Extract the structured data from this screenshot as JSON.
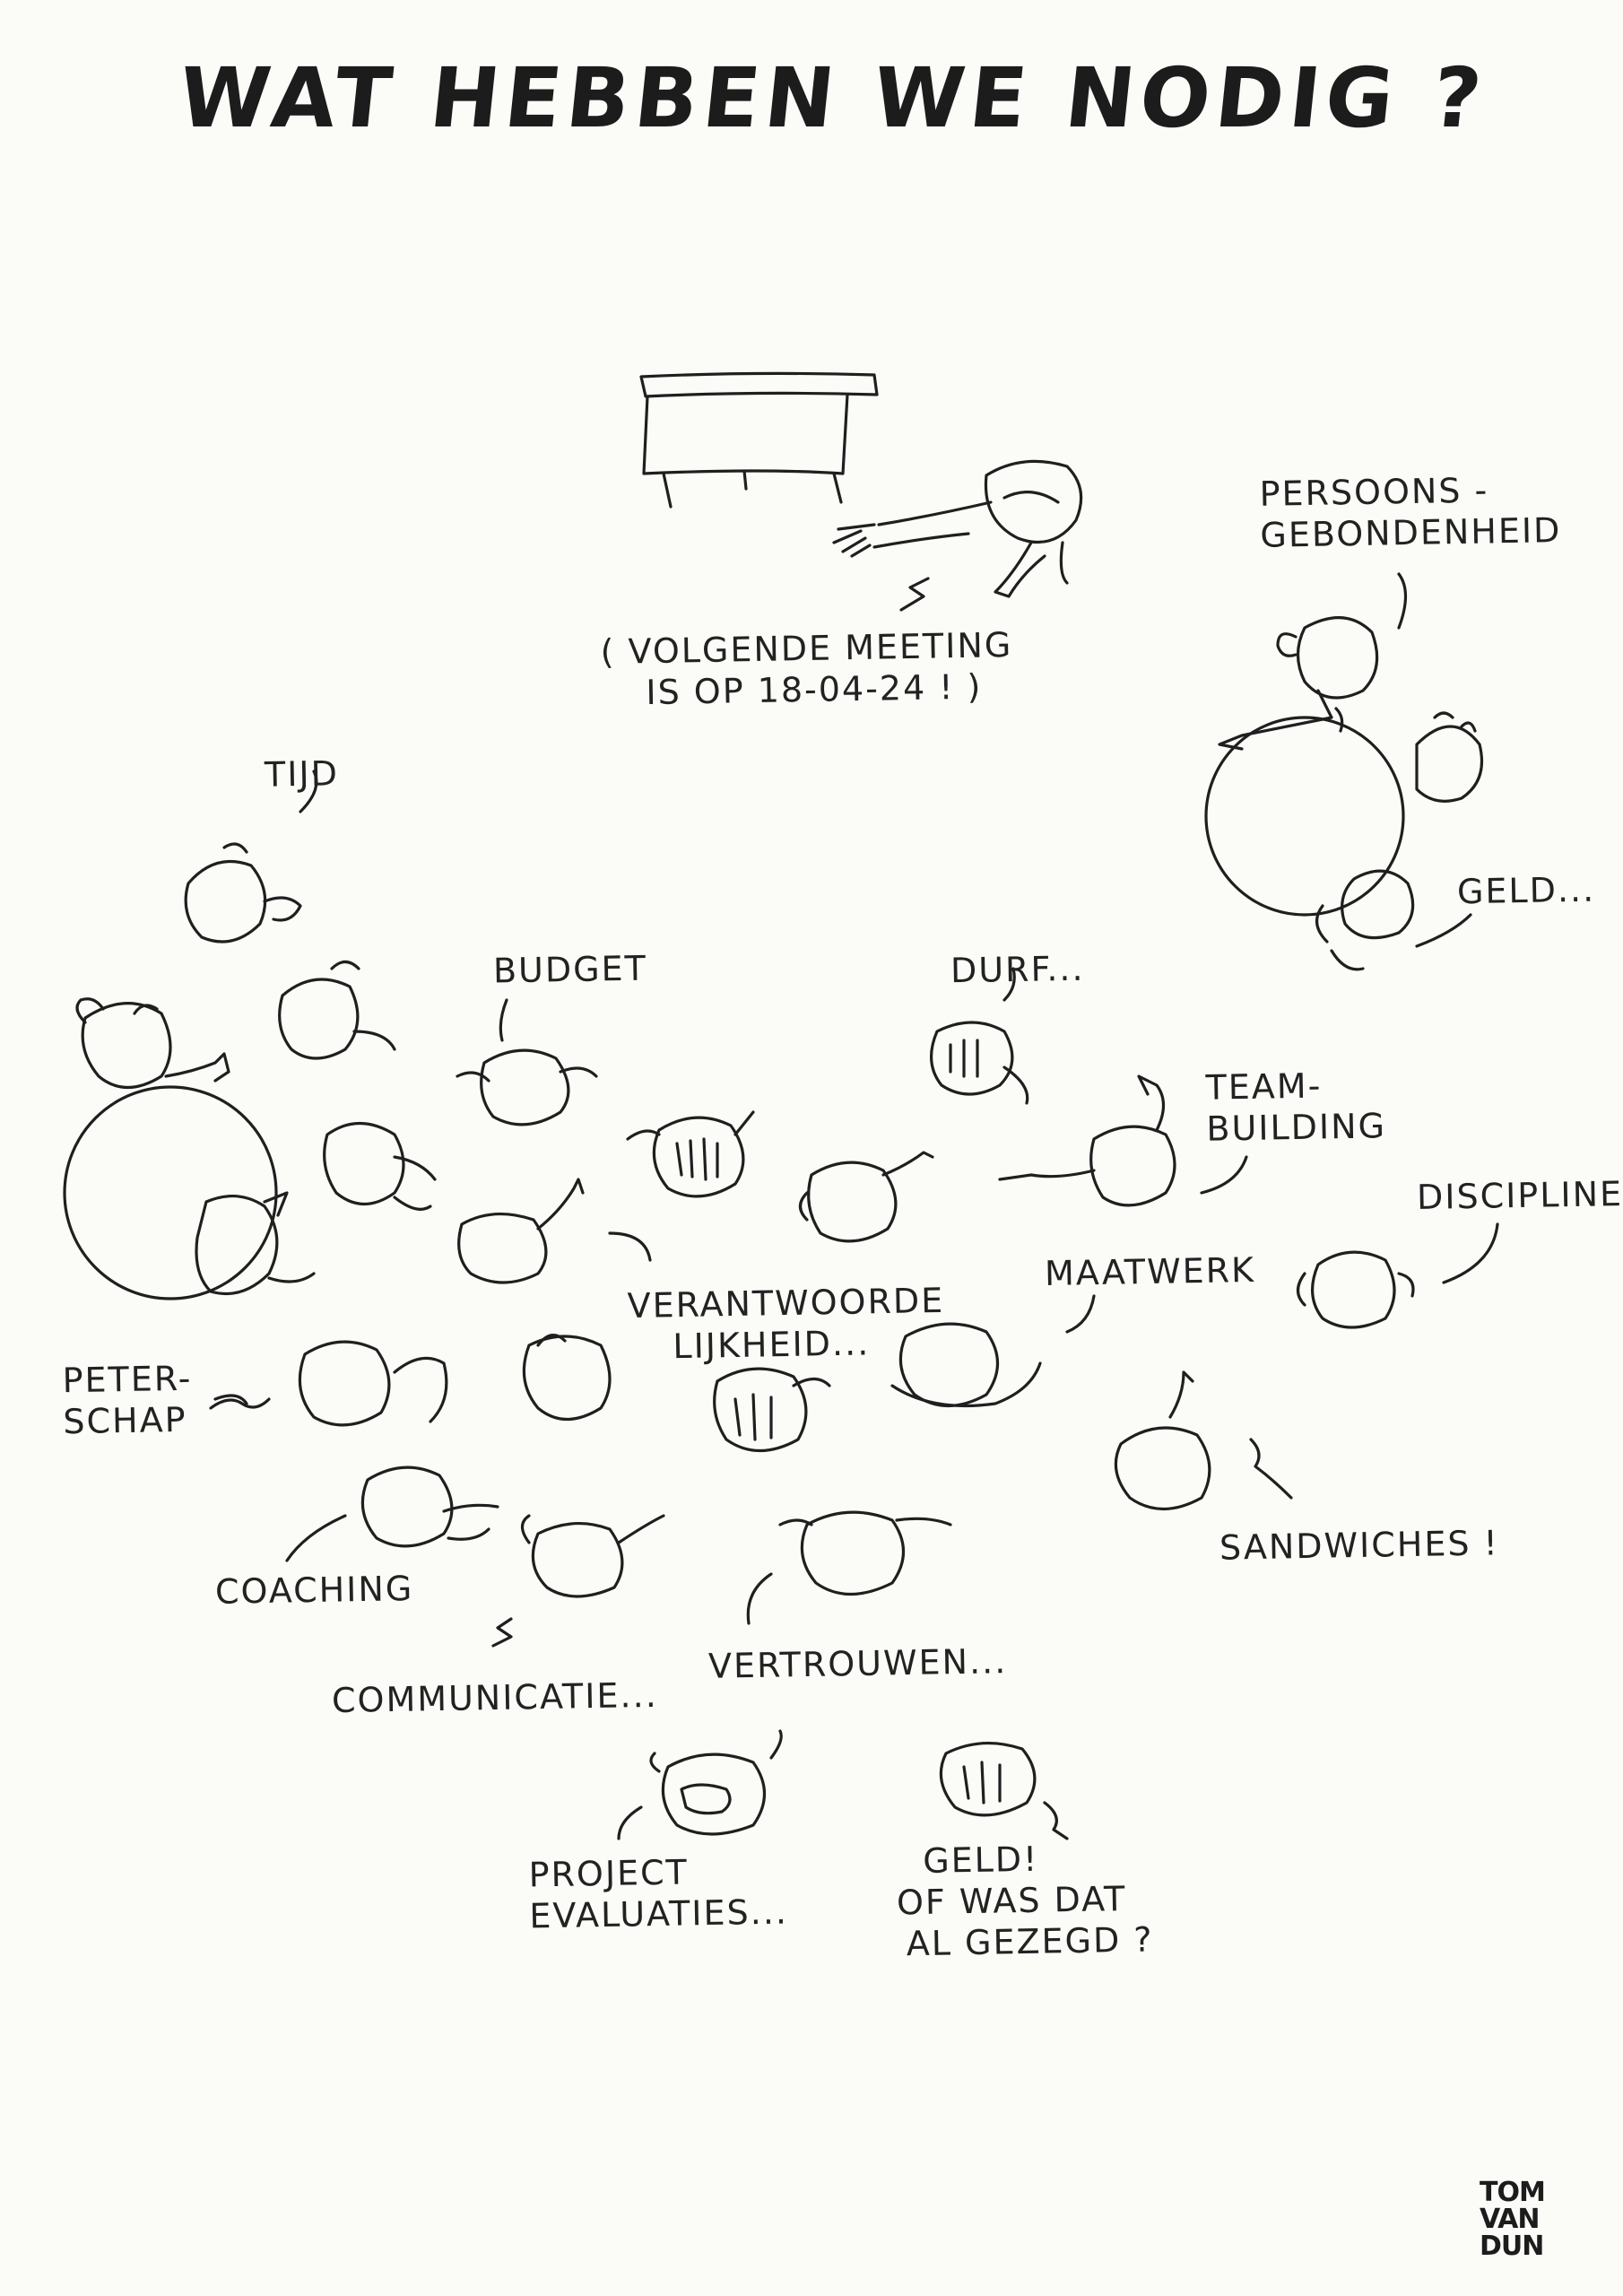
{
  "title": "WAT HEBBEN WE NODIG ?",
  "labels": {
    "meeting": [
      "( VOLGENDE MEETING",
      "IS OP 18-04-24 ! )"
    ],
    "persoonsgebondenheid": [
      "PERSOONS -",
      "GEBONDENHEID"
    ],
    "tijd": "TIJD",
    "geld_right": "GELD...",
    "budget": "BUDGET",
    "durf": "DURF...",
    "teambuilding": [
      "TEAM-",
      "BUILDING"
    ],
    "discipline": "DISCIPLINE",
    "maatwerk": "MAATWERK",
    "verantwoordelijkheid": [
      "VERANTWOORDE",
      "LIJKHEID..."
    ],
    "peterschap": [
      "PETER-",
      "SCHAP"
    ],
    "coaching": "COACHING",
    "sandwiches": "SANDWICHES !",
    "communicatie": "COMMUNICATIE...",
    "vertrouwen": "VERTROUWEN...",
    "project_evaluaties": [
      "PROJECT",
      "EVALUATIES..."
    ],
    "geld_bottom": [
      "GELD!",
      "OF WAS DAT",
      "AL GEZEGD ?"
    ]
  },
  "signature": [
    "TOM",
    "VAN",
    "DUN"
  ]
}
